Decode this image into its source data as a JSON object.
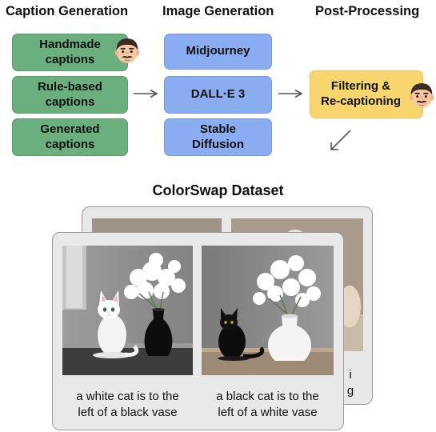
{
  "headings": {
    "caption_generation": "Caption Generation",
    "image_generation": "Image Generation",
    "post_processing": "Post-Processing"
  },
  "caption_sources": [
    {
      "line1": "Handmade",
      "line2": "captions"
    },
    {
      "line1": "Rule-based",
      "line2": "captions"
    },
    {
      "line1": "Generated",
      "line2": "captions"
    }
  ],
  "image_models": [
    {
      "line1": "Midjourney",
      "line2": ""
    },
    {
      "line1": "DALL·E 3",
      "line2": ""
    },
    {
      "line1": "Stable",
      "line2": "Diffusion"
    }
  ],
  "post_processing_box": {
    "line1": "Filtering &",
    "line2": "Re-captioning"
  },
  "dataset_title": "ColorSwap Dataset",
  "examples": {
    "left": {
      "line1": "a white cat is to the",
      "line2": "left of a black vase"
    },
    "right": {
      "line1": "a black cat is to the",
      "line2": "left of a white vase"
    }
  },
  "back_card_text": {
    "line1": "i",
    "line2": "g"
  },
  "icons": {
    "person": "man-face-icon"
  },
  "colors": {
    "caption_box": "#6aaf7d",
    "model_box": "#8aacf0",
    "post_box": "#f7d66e",
    "arrow": "#555555"
  }
}
